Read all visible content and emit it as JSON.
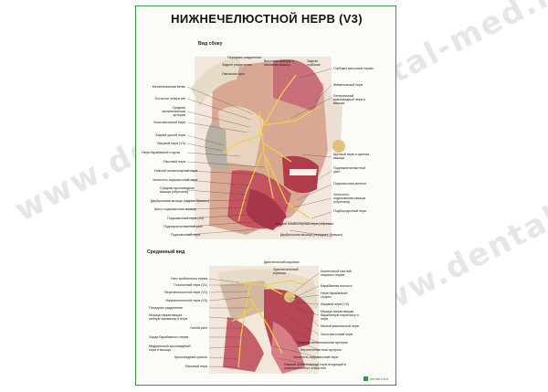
{
  "title": "НИЖНЕЧЕЛЮСТНОЙ НЕРВ (V3)",
  "views": {
    "side": "Вид сбоку",
    "medial": "Срединный вид"
  },
  "top_labels_left": [
    "Менингеальная ветвь",
    "Остистое отверстие",
    "Средняя менингеальная артерия",
    "Ушно-височный нерв",
    "Задний ушной нерв",
    "Лицевой нерв (VII)",
    "Нерв барабанной струны",
    "Язычный нерв",
    "Нижний альвеолярный нерв",
    "Челюстно-подъязычный нерв",
    "Средняя крыловидная мышца (обрезана)",
    "Двубрюшная мышца (заднее брюшко)",
    "Шило-подъязычная мышца",
    "Подъязычный нерв (XII)",
    "Поднижнечелюстной узел",
    "Подъязычный нерв"
  ],
  "top_labels_top": [
    "Переднее разделение",
    "Заднее разделение",
    "Овальное окно",
    "Височная фасция и височная мышца",
    "Задние глубокие"
  ],
  "top_labels_right": [
    "Глубокие височные нервы",
    "Жевательный нерв",
    "Латеральный крыловидный нерв и мышца",
    "Щечный нерв и щечная мышца",
    "Поднижнечелюстной узел",
    "Подъязычная железа",
    "Челюстно-подъязычная мышца (обрезана)",
    "Подбородочный нерв",
    "Нижний альвеолярный нерв (обрезан)",
    "Двубрюшная мышца (переднее брюшко)"
  ],
  "bottom_labels_left": [
    "Узел тройничного нерва",
    "Глазничный нерв (V1)",
    "Верхнечелюстной нерв (V2)",
    "Нижнечелюстной нерв (V3)",
    "Переднее разделение",
    "Мышца напрягающая небную занавеску и нерв",
    "Ушной узел",
    "Хорда барабанного нерва",
    "Медиальный крыловидный нерв и мышца",
    "Крыловидный крючок",
    "Язычный нерв"
  ],
  "bottom_labels_top": [
    "Двигательный корешок",
    "Чувствительный корешок"
  ],
  "bottom_labels_right": [
    "Коленчатый ганглий лицевого нерва",
    "Барабанная полость",
    "Нерв барабанной струны",
    "Лицевой нерв (VII)",
    "Мышца напрягающая барабанную перепонку и нерв",
    "Малый каменистый нерв",
    "Ушно-височный нерв",
    "Средняя менингеальная артерия",
    "Верхнечелюстная артерия",
    "Челюстно-подъязычный нерв",
    "Нижний альвеолярный нерв входящий в нижнечелюстное отверстие"
  ],
  "watermark": "www.dental-med.ru",
  "logo": "dental-med"
}
